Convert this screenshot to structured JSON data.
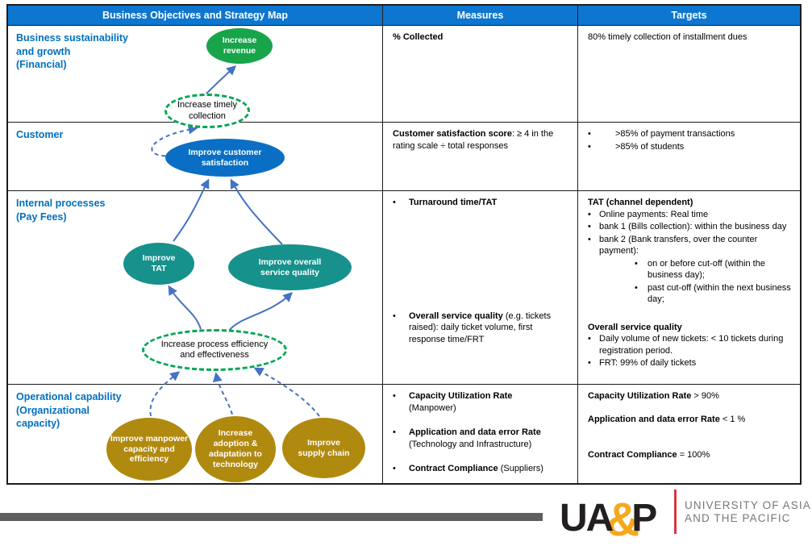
{
  "colors": {
    "header_blue": "#0d76d0",
    "label_blue": "#0070C0",
    "node_green": "#18a44b",
    "node_dashed_green": "#00a651",
    "node_blue": "#0a6fc4",
    "node_teal": "#17918c",
    "node_gold": "#b0890f",
    "arrow_blue": "#4472c4",
    "footer_gray": "#5e5f61",
    "logo_red": "#d13a3c",
    "logo_gold": "#f6a81c",
    "logo_text_gray": "#77787b"
  },
  "table": {
    "headers": {
      "map": "Business Objectives and Strategy Map",
      "measures": "Measures",
      "targets": "Targets"
    },
    "rows": {
      "financial": {
        "label": "Business sustainability\nand growth\n(Financial)",
        "measure_bold": "% Collected",
        "target": "80% timely collection of installment dues"
      },
      "customer": {
        "label": "Customer",
        "measure_bold": "Customer satisfaction score",
        "measure_rest": ": ≥ 4 in the rating scale ÷ total responses",
        "targets": [
          ">85% of payment transactions",
          ">85% of students"
        ]
      },
      "internal": {
        "label": "Internal processes\n(Pay Fees)",
        "measure1_bold": "Turnaround time/TAT",
        "measure2_bold": "Overall service quality",
        "measure2_rest": " (e.g. tickets raised): daily ticket volume, first response time/FRT",
        "targets_heading1": "TAT (channel dependent)",
        "targets_bullets1": [
          "Online payments: Real time",
          "bank 1 (Bills collection): within the business day",
          "bank 2 (Bank transfers, over the counter payment):"
        ],
        "targets_subbullets": [
          "on or before cut-off (within the business day);",
          "past cut-off (within the next business day;"
        ],
        "targets_heading2": "Overall service quality",
        "targets_bullets2": [
          "Daily volume of new tickets: < 10 tickets during registration period.",
          "FRT: 99% of daily tickets"
        ]
      },
      "operational": {
        "label": "Operational capability\n(Organizational\ncapacity)",
        "measures": [
          {
            "bold": "Capacity Utilization Rate",
            "rest": "(Manpower)"
          },
          {
            "bold": "Application and data error Rate",
            "rest": "(Technology and Infrastructure)"
          },
          {
            "bold": "Contract Compliance",
            "rest": " (Suppliers)"
          }
        ],
        "targets": [
          {
            "bold": "Capacity Utilization Rate",
            "rest": " > 90%"
          },
          {
            "bold": "Application and data error Rate",
            "rest": "  < 1 %"
          },
          {
            "bold": "Contract Compliance",
            "rest": " = 100%"
          }
        ]
      }
    }
  },
  "diagram": {
    "nodes": {
      "increase_revenue": "Increase\nrevenue",
      "increase_timely_collection": "Increase timely\ncollection",
      "improve_customer_satisfaction": "Improve customer\nsatisfaction",
      "improve_tat": "Improve\nTAT",
      "improve_overall_service_quality": "Improve overall\nservice quality",
      "increase_process_efficiency": "Increase  process efficiency\nand effectiveness",
      "improve_manpower": "Improve manpower\ncapacity and\nefficiency",
      "increase_adoption": "Increase\nadoption &\nadaptation  to\ntechnology",
      "improve_supply_chain": "Improve\nsupply chain"
    }
  },
  "footer": {
    "logo_ua": "UA",
    "logo_amp": "&",
    "logo_p": "P",
    "org_line1": "UNIVERSITY OF ASIA",
    "org_line2": "AND THE PACIFIC"
  }
}
